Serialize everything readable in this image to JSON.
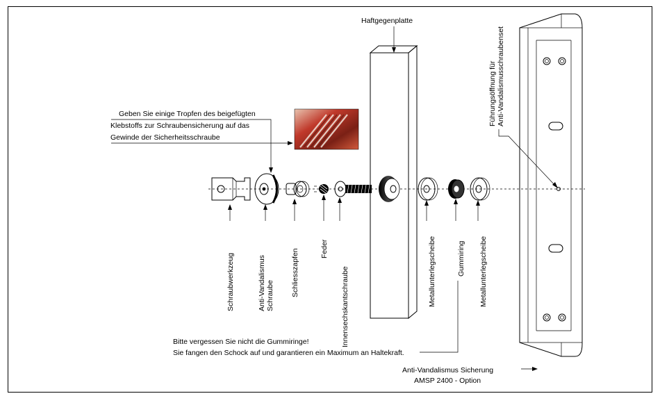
{
  "labels": {
    "haftgegenplatte": "Haftgegenplatte",
    "fuehrung_line1": "Führungsöffnung für",
    "fuehrung_line2": "Anti-Vandalismusschraubenset",
    "glue_line1": "Geben Sie einige Tropfen des beigefügten",
    "glue_line2": "Klebstoffs zur Schraubensicherung auf das",
    "glue_line3": "Gewinde der Sicherheitsschraube",
    "schraubwerkzeug": "Schraubwerkzeug",
    "anti_vandalismus_line1": "Anti-Vandalismus",
    "anti_vandalismus_line2": "Schraube",
    "schliesszapfen": "Schliesszapfen",
    "feder": "Feder",
    "innensechskantschraube": "Innensechskantschraube",
    "metallunterlegscheibe_1": "Metallunterlegscheibe",
    "gummiring": "Gummiring",
    "metallunterlegscheibe_2": "Metallunterlegscheibe",
    "note_line1": "Bitte vergessen Sie nicht die Gummiringe!",
    "note_line2": "Sie fangen den Schock auf und garantieren ein Maximum an Haltekraft.",
    "sicherung_line1": "Anti-Vandalismus Sicherung",
    "sicherung_line2": "AMSP 2400 - Option"
  },
  "colors": {
    "photo_red": "#c0392b",
    "photo_dark": "#5a1a12",
    "stroke": "#000000"
  }
}
